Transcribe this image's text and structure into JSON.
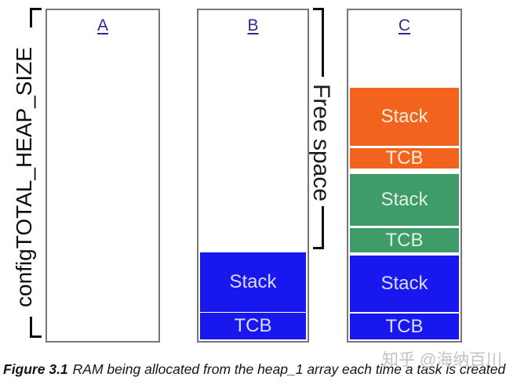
{
  "colors": {
    "blue": "#1717ee",
    "orange": "#f2641e",
    "green": "#3f9b68",
    "blue_text": "#dcdcf8",
    "orange_text": "#f8eedd",
    "green_text": "#def2e6",
    "column_border": "#777777",
    "label_blue": "#2b2b8f",
    "watermark_gray": "#bdbdbd"
  },
  "left_bracket_label": "configTOTAL_HEAP_SIZE",
  "free_space_label": "Free space",
  "columns": [
    {
      "label": "A",
      "blocks": []
    },
    {
      "label": "B",
      "blocks": [
        {
          "label": "Stack",
          "color": "blue"
        },
        {
          "label": "TCB",
          "color": "blue"
        }
      ]
    },
    {
      "label": "C",
      "blocks": [
        {
          "label": "Stack",
          "color": "orange"
        },
        {
          "label": "TCB",
          "color": "orange"
        },
        {
          "label": "Stack",
          "color": "green"
        },
        {
          "label": "TCB",
          "color": "green"
        },
        {
          "label": "Stack",
          "color": "blue"
        },
        {
          "label": "TCB",
          "color": "blue"
        }
      ]
    }
  ],
  "caption": {
    "prefix": "Figure 3.1",
    "text": "RAM being allocated from the heap_1 array each time a task is created"
  },
  "watermark": "知乎 @海纳百川"
}
